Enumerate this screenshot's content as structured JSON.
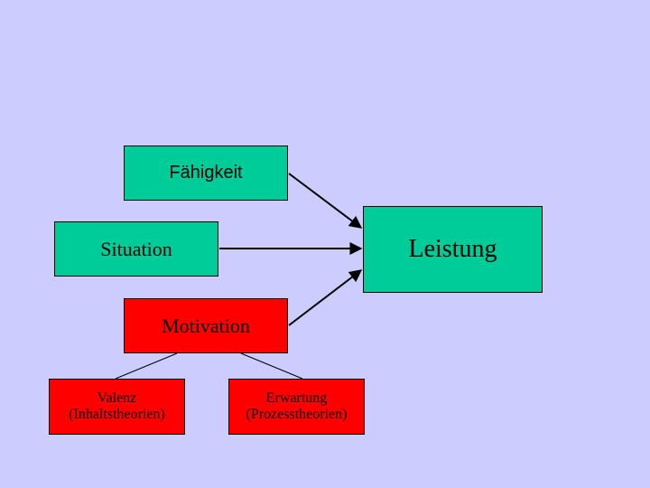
{
  "diagram": {
    "nodes": {
      "faehigkeit": {
        "label": "Fähigkeit"
      },
      "situation": {
        "label": "Situation"
      },
      "leistung": {
        "label": "Leistung"
      },
      "motivation": {
        "label": "Motivation"
      },
      "valenz": {
        "line1": "Valenz",
        "line2": "(Inhaltstheorien)"
      },
      "erwartung": {
        "line1": "Erwartung",
        "line2": "(Prozesstheorien)"
      }
    },
    "edges": [
      {
        "from": "faehigkeit",
        "to": "leistung",
        "arrow": true
      },
      {
        "from": "situation",
        "to": "leistung",
        "arrow": true
      },
      {
        "from": "motivation",
        "to": "leistung",
        "arrow": true
      },
      {
        "from": "motivation",
        "to": "valenz",
        "arrow": false
      },
      {
        "from": "motivation",
        "to": "erwartung",
        "arrow": false
      }
    ]
  },
  "colors": {
    "background": "#ccccff",
    "green_box": "#00cc99",
    "red_box": "#ff0000",
    "line": "#000000"
  }
}
